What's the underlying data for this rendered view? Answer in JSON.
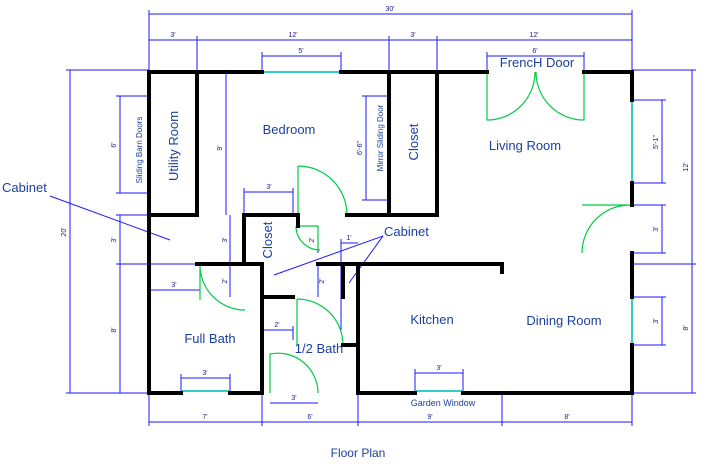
{
  "title": "Floor Plan",
  "rooms": {
    "utility": "Utility Room",
    "bedroom": "Bedroom",
    "closet_bed": "Closet",
    "living": "Living Room",
    "french_door": "FrencH Door",
    "closet_small": "Closet",
    "kitchen": "Kitchen",
    "dining": "Dining Room",
    "full_bath": "Full Bath",
    "half_bath": "1/2 Bath",
    "garden_window": "Garden Window",
    "sliding_barn": "Sliding Barn Doors",
    "mirror_sliding": "Mirror Sliding Door"
  },
  "callouts": {
    "cabinet_left": "Cabinet",
    "cabinet_right": "Cabinet"
  },
  "dims": {
    "total_top": "30'",
    "top_3a": "3'",
    "top_12a": "12'",
    "top_3b": "3'",
    "top_12b": "12'",
    "window_5": "5'",
    "french_6": "6'",
    "left_20": "20'",
    "right_12": "12'",
    "right_8": "8'",
    "bottom_7": "7'",
    "bottom_6": "6'",
    "bottom_9": "9'",
    "bottom_8": "8'",
    "util_6": "6'",
    "util_3": "3'",
    "util_8": "8'",
    "bed_9": "9'",
    "mirror_66": "6'-6\"",
    "closet_3": "3'",
    "closet_3v": "3'",
    "closet_2": "2'",
    "door_2": "2'",
    "cab_1": "1'",
    "cab_2": "2'",
    "bath_3": "3'",
    "bath_2": "2'",
    "half_3": "3'",
    "fullbath_win": "3'",
    "garden_3": "3'",
    "liv_51": "5'-1\"",
    "liv_3": "3'",
    "din_3": "3'"
  }
}
